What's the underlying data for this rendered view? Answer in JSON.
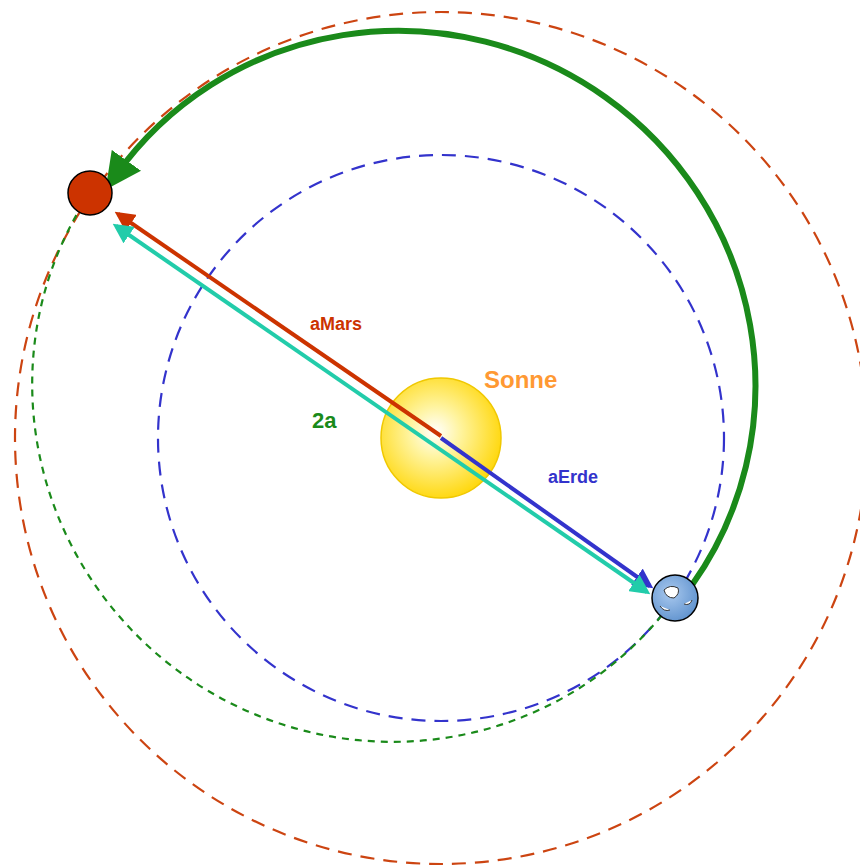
{
  "diagram": {
    "nodes": [
      {
        "text": [
          "Sonne"
        ]
      }
    ],
    "labels": [
      "aMars",
      "2a",
      "aErde"
    ]
  }
}
